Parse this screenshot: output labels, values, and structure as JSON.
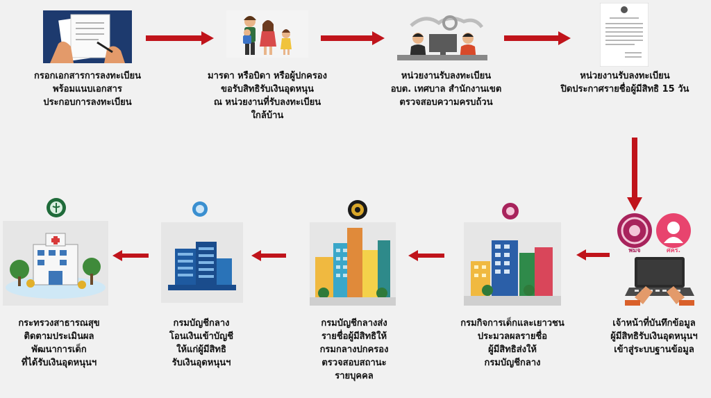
{
  "steps": [
    {
      "id": 1,
      "lines": [
        "กรอกเอกสารการลงทะเบียน",
        "พร้อมแนบเอกสาร",
        "ประกอบการลงทะเบียน"
      ]
    },
    {
      "id": 2,
      "lines": [
        "มารดา หรือบิดา หรือผู้ปกครอง",
        "ขอรับสิทธิรับเงินอุดหนุน",
        "ณ หน่วยงานที่รับลงทะเบียน",
        "ใกล้บ้าน"
      ]
    },
    {
      "id": 3,
      "lines": [
        "หน่วยงานรับลงทะเบียน",
        "อบต. เทศบาล สำนักงานเขต",
        "ตรวจสอบความครบถ้วน"
      ]
    },
    {
      "id": 4,
      "lines": [
        "หน่วยงานรับลงทะเบียน",
        "ปิดประกาศรายชื่อผู้มีสิทธิ 15 วัน"
      ]
    },
    {
      "id": 5,
      "lines": [
        "เจ้าหน้าที่บันทึกข้อมูล",
        "ผู้มีสิทธิรับเงินอุดหนุนฯ",
        "เข้าสู่ระบบฐานข้อมูล"
      ],
      "badges": [
        "พมจ",
        "ศคร."
      ]
    },
    {
      "id": 6,
      "lines": [
        "กรมกิจการเด็กและเยาวชน",
        "ประมวลผลรายชื่อ",
        "ผู้มีสิทธิส่งให้",
        "กรมบัญชีกลาง"
      ]
    },
    {
      "id": 7,
      "lines": [
        "กรมบัญชีกลางส่ง",
        "รายชื่อผู้มีสิทธิให้",
        "กรมกลางปกครอง",
        "ตรวจสอบสถานะ",
        "รายบุคคล"
      ]
    },
    {
      "id": 8,
      "lines": [
        "กรมบัญชีกลาง",
        "โอนเงินเข้าบัญชี",
        "ให้แก่ผู้มีสิทธิ",
        "รับเงินอุดหนุนฯ"
      ]
    },
    {
      "id": 9,
      "lines": [
        "กระทรวงสาธารณสุข",
        "ติดตามประเมินผล",
        "พัฒนาการเด็ก",
        "ที่ได้รับเงินอุดหนุนฯ"
      ]
    }
  ],
  "colors": {
    "arrow": "#c0141b",
    "background": "#f1f1f1"
  }
}
